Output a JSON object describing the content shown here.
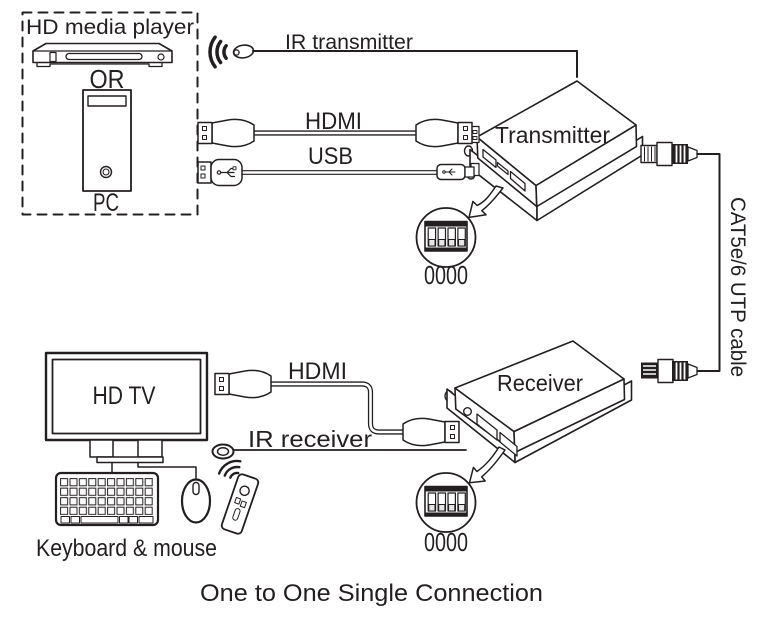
{
  "caption": "One to One Single Connection",
  "colors": {
    "line": "#231f20",
    "accent": "#29abe2",
    "background": "#ffffff"
  },
  "source_box": {
    "title": "HD media player",
    "or_label": "OR",
    "pc_label": "PC"
  },
  "transmitter": {
    "label": "Transmitter",
    "dip_value": "0000"
  },
  "receiver": {
    "label": "Receiver",
    "dip_value": "0000"
  },
  "display": {
    "label": "HD TV",
    "peripherals_label": "Keyboard & mouse"
  },
  "cables": {
    "ir_transmitter": "IR transmitter",
    "hdmi_source": "HDMI",
    "usb": "USB",
    "utp": "CAT5e/6 UTP cable",
    "hdmi_display": "HDMI",
    "ir_receiver": "IR receiver"
  }
}
